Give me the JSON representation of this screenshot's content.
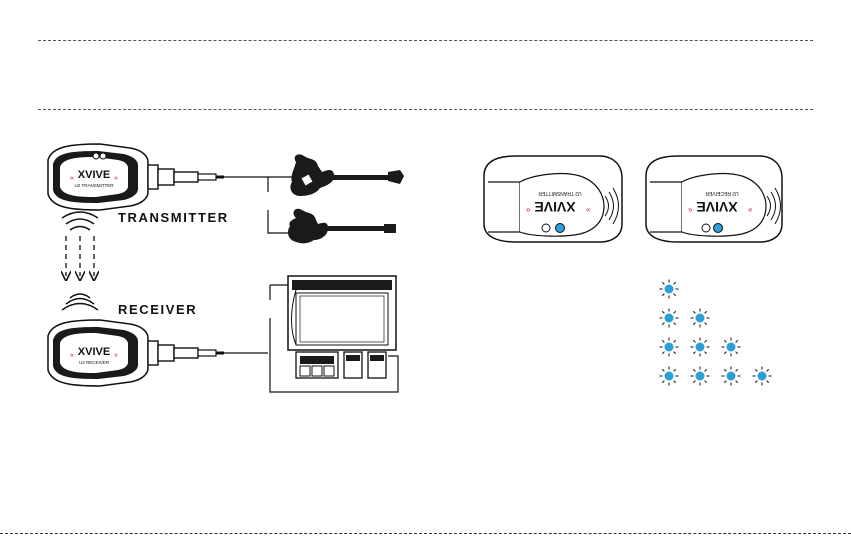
{
  "labels": {
    "transmitter": "TRANSMITTER",
    "receiver": "RECEIVER"
  },
  "device_text": {
    "brand": "XVIVE",
    "transmitter_model": "U2 TRANSMITTER",
    "receiver_model": "U2 RECEIVER"
  },
  "battery_indicator_rows": [
    1,
    2,
    3,
    4
  ],
  "colors": {
    "led_blue": "#2b9fd8",
    "line": "#111111",
    "device_body": "#ffffff",
    "arrow_red": "#c8202c"
  },
  "icons": [
    "guitar-icon",
    "bass-guitar-icon",
    "amplifier-icon",
    "pedalboard-icon",
    "signal-wave-icon",
    "led-icon"
  ]
}
